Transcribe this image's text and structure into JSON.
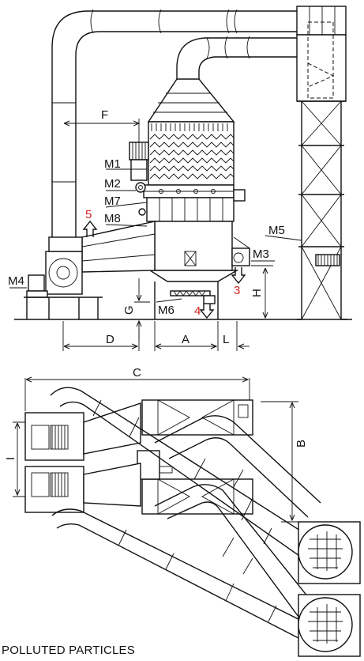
{
  "labels": {
    "m1": "M1",
    "m2": "M2",
    "m7": "M7",
    "m8": "M8",
    "m3": "M3",
    "m4": "M4",
    "m5": "M5",
    "m6": "M6",
    "n5": "5",
    "n3": "3",
    "n4": "4"
  },
  "dimensions": {
    "f": "F",
    "d": "D",
    "a": "A",
    "l": "L",
    "g": "G",
    "h": "H",
    "c": "C",
    "b": "B",
    "i": "I"
  },
  "colors": {
    "line": "#111111",
    "accent": "#d8231f",
    "background": "#ffffff"
  },
  "caption": "POLLUTED PARTICLES"
}
